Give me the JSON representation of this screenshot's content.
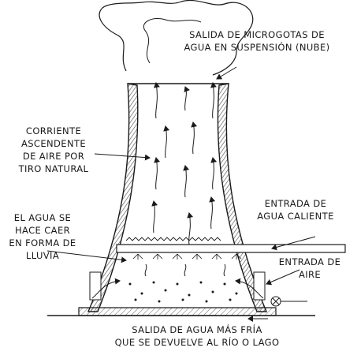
{
  "labels": {
    "plume_line1": "SALIDA DE MICROGOTAS DE",
    "plume_line2": "AGUA EN SUSPENSIÓN (NUBE)",
    "updraft_line1": "CORRIENTE",
    "updraft_line2": "ASCENDENTE",
    "updraft_line3": "DE AIRE POR",
    "updraft_line4": "TIRO NATURAL",
    "hot_water_line1": "ENTRADA DE",
    "hot_water_line2": "AGUA CALIENTE",
    "rain_line1": "EL AGUA SE",
    "rain_line2": "HACE CAER",
    "rain_line3": "EN FORMA DE",
    "rain_line4": "LLUVIA",
    "air_in_line1": "ENTRADA DE",
    "air_in_line2": "AIRE",
    "cold_out_line1": "SALIDA DE AGUA MÁS FRÍA",
    "cold_out_line2": "QUE SE DEVUELVE AL RÍO O LAGO"
  },
  "colors": {
    "ink": "#1a1a1a",
    "tower_shade": "#6a6a6a",
    "ground_fill": "#d8d8d8"
  }
}
